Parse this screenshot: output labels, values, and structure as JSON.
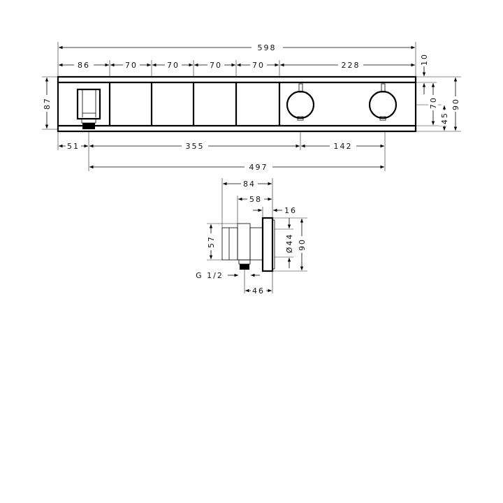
{
  "front_view": {
    "dimensions": {
      "overall_width": "598",
      "segments": [
        "86",
        "70",
        "70",
        "70",
        "70",
        "228"
      ],
      "top_offset": "10",
      "height_left": "87",
      "inner_height": "70",
      "knob_center_height": "45",
      "overall_height": "90",
      "bottom_left_offset": "51",
      "bottom_middle": "355",
      "bottom_right": "142",
      "bottom_span": "497"
    }
  },
  "side_view": {
    "dimensions": {
      "overall_depth": "84",
      "body_depth": "58",
      "plate_thickness": "16",
      "diameter": "Ø44",
      "height": "90",
      "outlet_height": "57",
      "thread": "G 1/2",
      "outlet_offset": "46"
    }
  }
}
